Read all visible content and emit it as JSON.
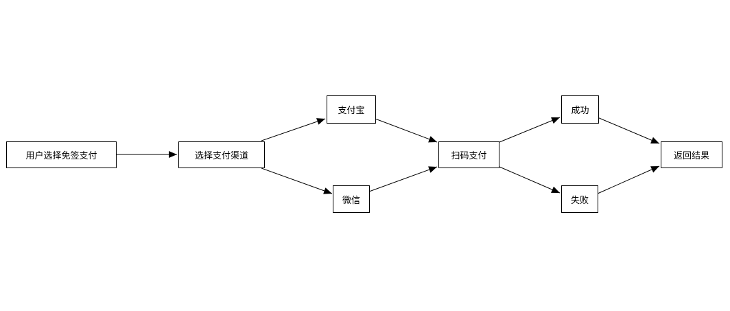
{
  "nodes": [
    {
      "id": "start",
      "label": "用户选择免签支付"
    },
    {
      "id": "choose",
      "label": "选择支付渠道"
    },
    {
      "id": "alipay",
      "label": "支付宝"
    },
    {
      "id": "wechat",
      "label": "微信"
    },
    {
      "id": "scan",
      "label": "扫码支付"
    },
    {
      "id": "success",
      "label": "成功"
    },
    {
      "id": "fail",
      "label": "失败"
    },
    {
      "id": "result",
      "label": "返回结果"
    }
  ],
  "edges": [
    {
      "from": "start",
      "to": "choose"
    },
    {
      "from": "choose",
      "to": "alipay"
    },
    {
      "from": "choose",
      "to": "wechat"
    },
    {
      "from": "alipay",
      "to": "scan"
    },
    {
      "from": "wechat",
      "to": "scan"
    },
    {
      "from": "scan",
      "to": "success"
    },
    {
      "from": "scan",
      "to": "fail"
    },
    {
      "from": "success",
      "to": "result"
    },
    {
      "from": "fail",
      "to": "result"
    }
  ],
  "colors": {
    "stroke": "#000000",
    "fill": "#ffffff"
  }
}
